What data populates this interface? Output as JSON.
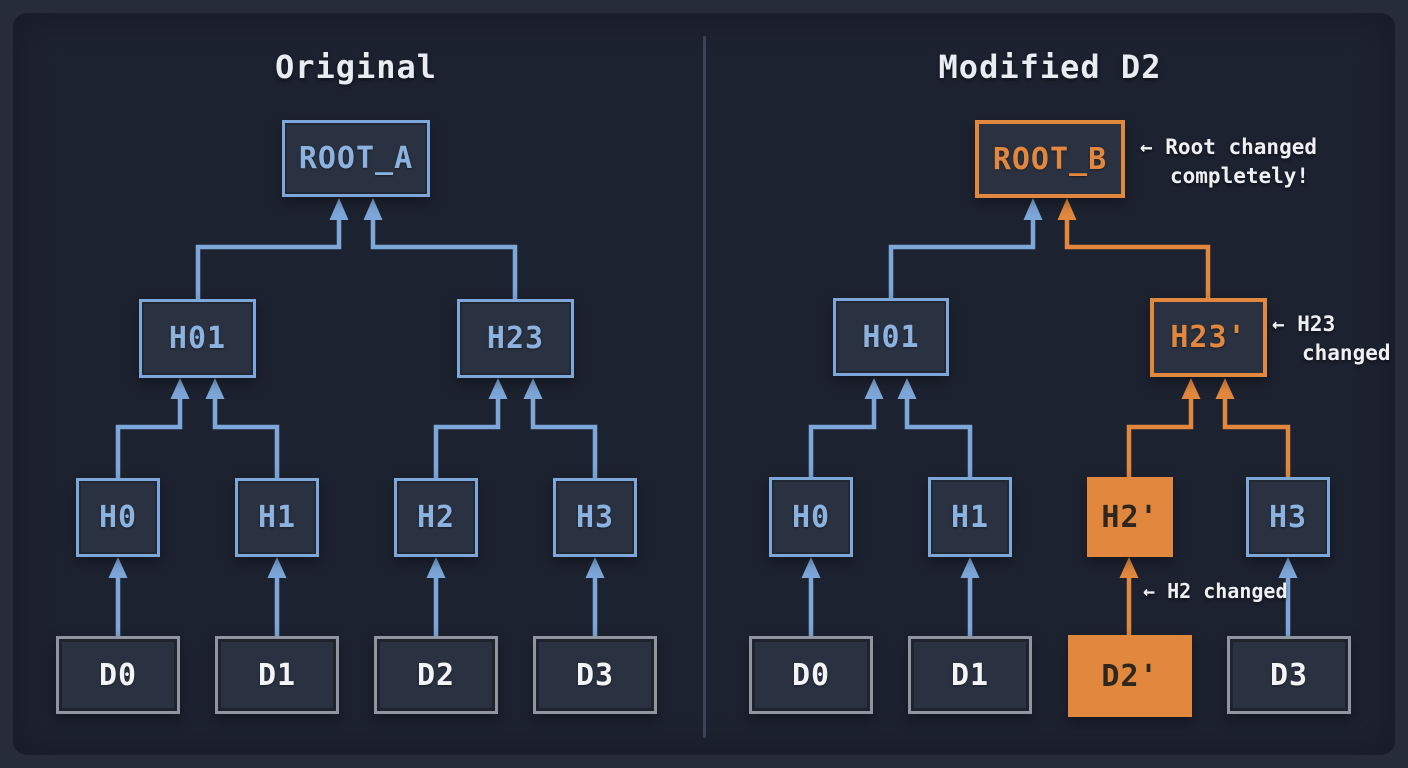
{
  "colors": {
    "outerBg": "#272c39",
    "panelBg": "#1d2230",
    "nodeFill": "#2a3140",
    "blue": "#7da7d9",
    "blueText": "#8cb2e0",
    "orange": "#e2883e",
    "darkOnOrange": "#2e2720",
    "gray": "#8f969f",
    "white": "#f2f4f6",
    "titleText": "#e9edf3",
    "annText": "#eef0f3",
    "divider": "#3c4558"
  },
  "left": {
    "title": "Original",
    "nodes": {
      "root": "ROOT_A",
      "h01": "H01",
      "h23": "H23",
      "h0": "H0",
      "h1": "H1",
      "h2": "H2",
      "h3": "H3",
      "d0": "D0",
      "d1": "D1",
      "d2": "D2",
      "d3": "D3"
    }
  },
  "right": {
    "title": "Modified D2",
    "nodes": {
      "root": "ROOT_B",
      "h01": "H01",
      "h23": "H23'",
      "h0": "H0",
      "h1": "H1",
      "h2": "H2'",
      "h3": "H3",
      "d0": "D0",
      "d1": "D1",
      "d2": "D2'",
      "d3": "D3"
    },
    "annotations": {
      "root_line1": "← Root changed",
      "root_line2": "completely!",
      "h23_line1": "← H23",
      "h23_line2": "changed",
      "h2": "← H2 changed"
    }
  }
}
